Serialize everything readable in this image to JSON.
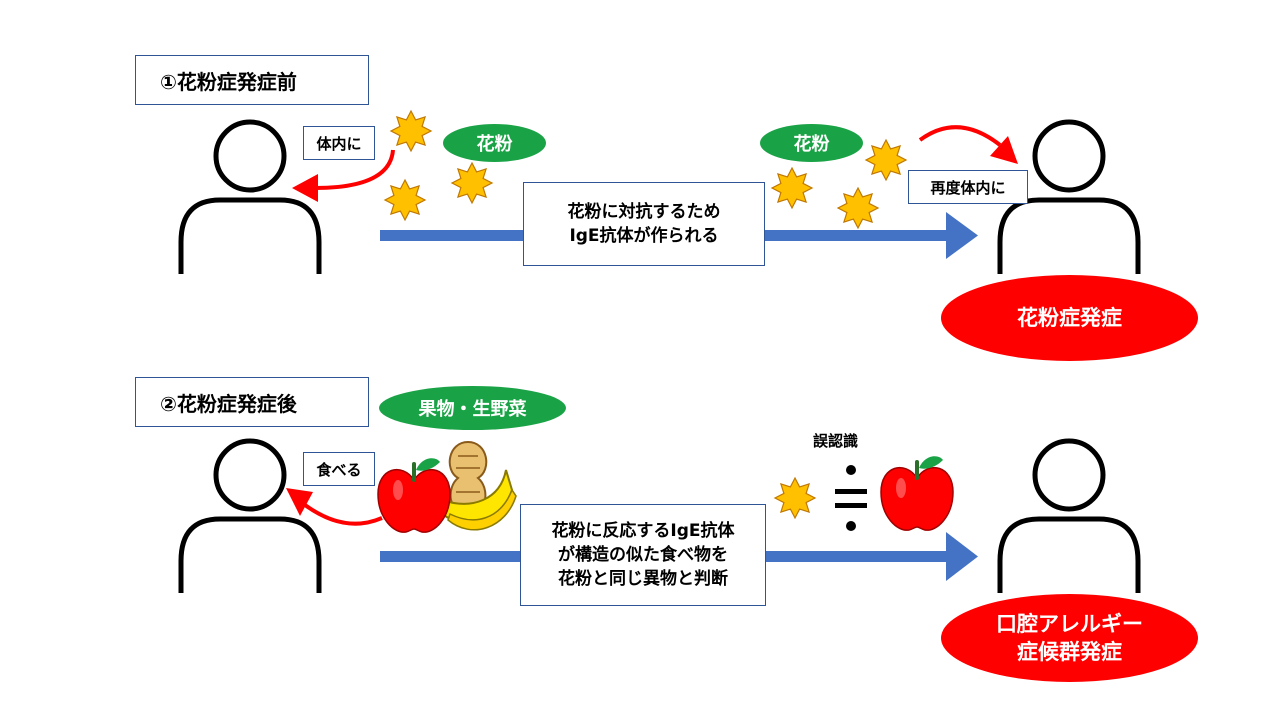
{
  "section1": {
    "title": "①花粉症発症前",
    "into_body_label": "体内に",
    "pollen_label_1": "花粉",
    "pollen_label_2": "花粉",
    "process_text": "花粉に対抗するため\nIgE抗体が作られる",
    "again_label": "再度体内に",
    "result_text": "花粉症発症"
  },
  "section2": {
    "title": "②花粉症発症後",
    "food_label": "果物・生野菜",
    "eat_label": "食べる",
    "misrecognition_label": "誤認識",
    "process_text": "花粉に反応するIgE抗体\nが構造の似た食べ物を\n花粉と同じ異物と判断",
    "result_text": "口腔アレルギー\n症候群発症"
  },
  "colors": {
    "border": "#2f5597",
    "arrow_blue": "#4472c4",
    "pill_green": "#1aa346",
    "result_red": "#ff0000",
    "pollen_yellow": "#ffc000",
    "curve_red": "#ff0000",
    "banana_yellow": "#ffe600",
    "peanut_tan": "#e8c070"
  },
  "icons": [
    "person-icon",
    "pollen-icon",
    "apple-icon",
    "banana-icon",
    "peanut-icon",
    "approx-equal-icon"
  ]
}
